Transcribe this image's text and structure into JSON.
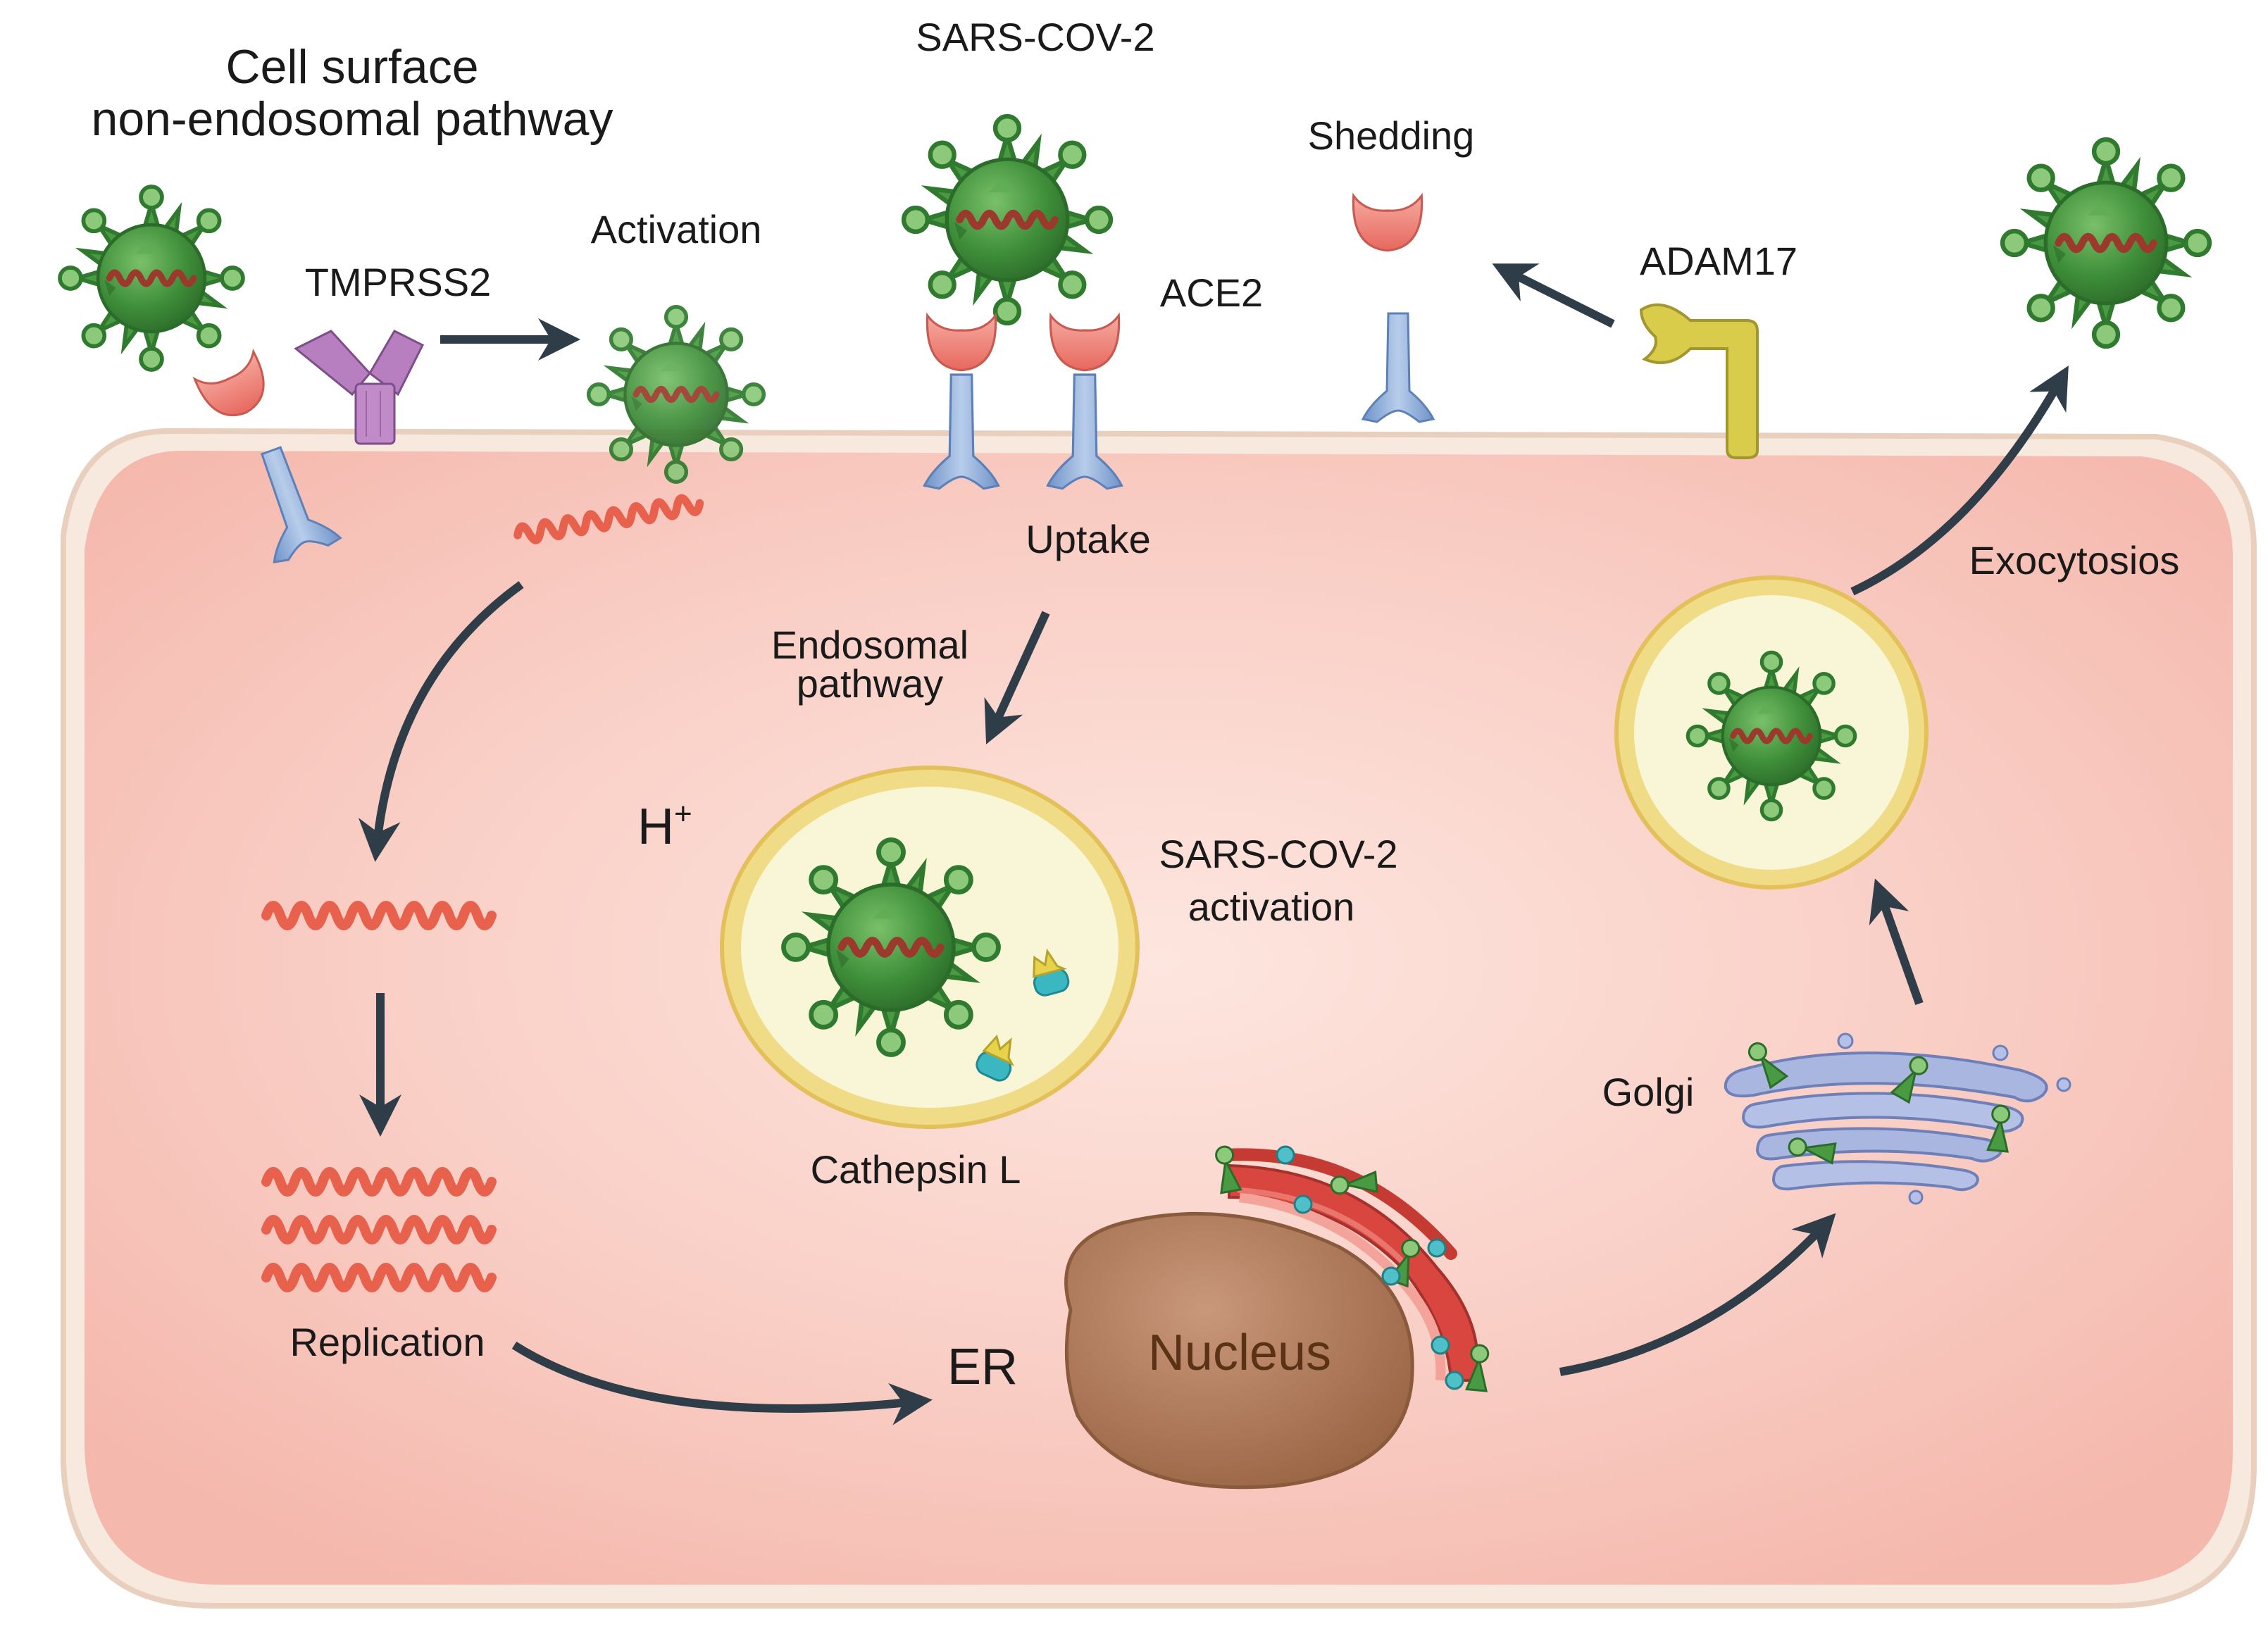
{
  "labels": {
    "title_line1": "Cell surface",
    "title_line2": "non-endosomal pathway",
    "tmprss2": "TMPRSS2",
    "activation": "Activation",
    "sars_top": "SARS-COV-2",
    "ace2": "ACE2",
    "shedding": "Shedding",
    "adam17": "ADAM17",
    "uptake": "Uptake",
    "endosomal_line1": "Endosomal",
    "endosomal_line2": "pathway",
    "h_plus": "H",
    "h_plus_sup": "+",
    "sars_activation_line1": "SARS-COV-2",
    "sars_activation_line2": "activation",
    "cathepsin": "Cathepsin L",
    "exocytosis": "Exocytosios",
    "golgi": "Golgi",
    "replication": "Replication",
    "er": "ER",
    "nucleus": "Nucleus"
  },
  "icons": [
    "virus-icon",
    "ace2-receptor-icon",
    "tmprss2-protease-icon",
    "adam17-protease-icon",
    "rna-strand-icon",
    "endosome-icon",
    "cathepsin-icon",
    "nucleus-icon",
    "er-icon",
    "golgi-icon",
    "arrow-icon"
  ],
  "colors": {
    "cell_fill": "#f9c4bb",
    "cell_border": "#f0ddd0",
    "virus": "#3f8f3a",
    "rna": "#e8614c",
    "ace2_head": "#f08a80",
    "ace2_stem": "#8fb0dc",
    "tmprss2": "#b77fc0",
    "adam17": "#d8cc4a",
    "nucleus": "#b07a58",
    "arrow": "#2e3d48",
    "endosome_fill": "#f8f6d6",
    "endosome_ring": "#f0dc86"
  }
}
